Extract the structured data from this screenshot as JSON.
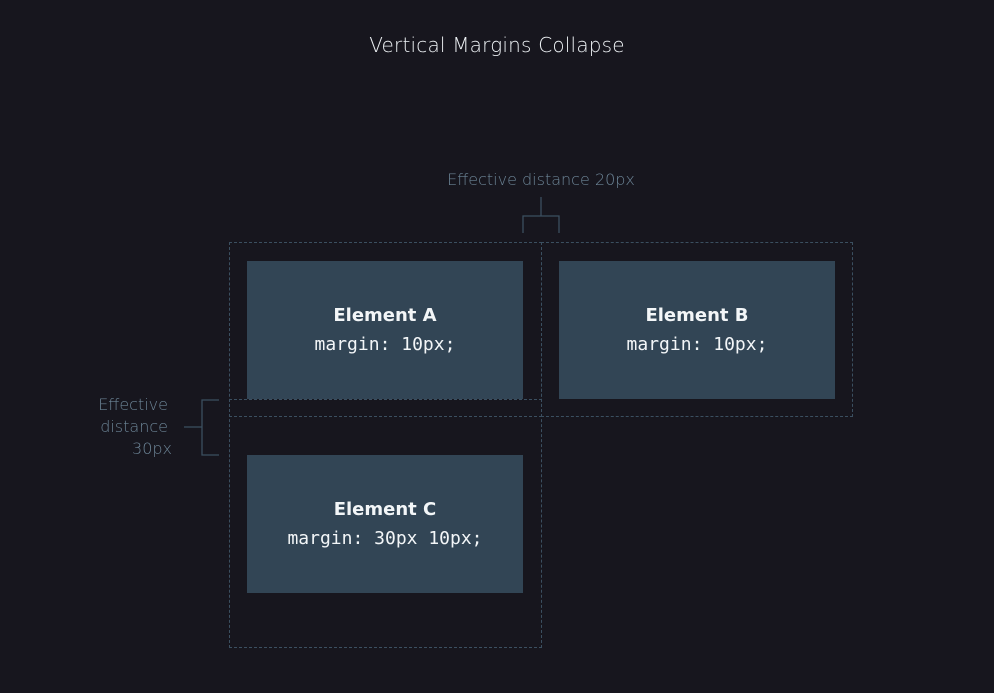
{
  "title": "Vertical Margins Collapse",
  "elements": [
    {
      "name": "Element A",
      "code": "margin: 10px;"
    },
    {
      "name": "Element B",
      "code": "margin: 10px;"
    },
    {
      "name": "Element C",
      "code": "margin: 30px 10px;"
    }
  ],
  "annotations": {
    "horizontal": "Effective distance 20px",
    "vertical_line1": "Effective",
    "vertical_line2": "distance",
    "vertical_line3": "30px"
  },
  "colors": {
    "background": "#17161e",
    "element_fill": "#324555",
    "dashed_outline": "#3b4f60",
    "annotation_text": "#6c8496",
    "title_text": "#eef2f5"
  }
}
